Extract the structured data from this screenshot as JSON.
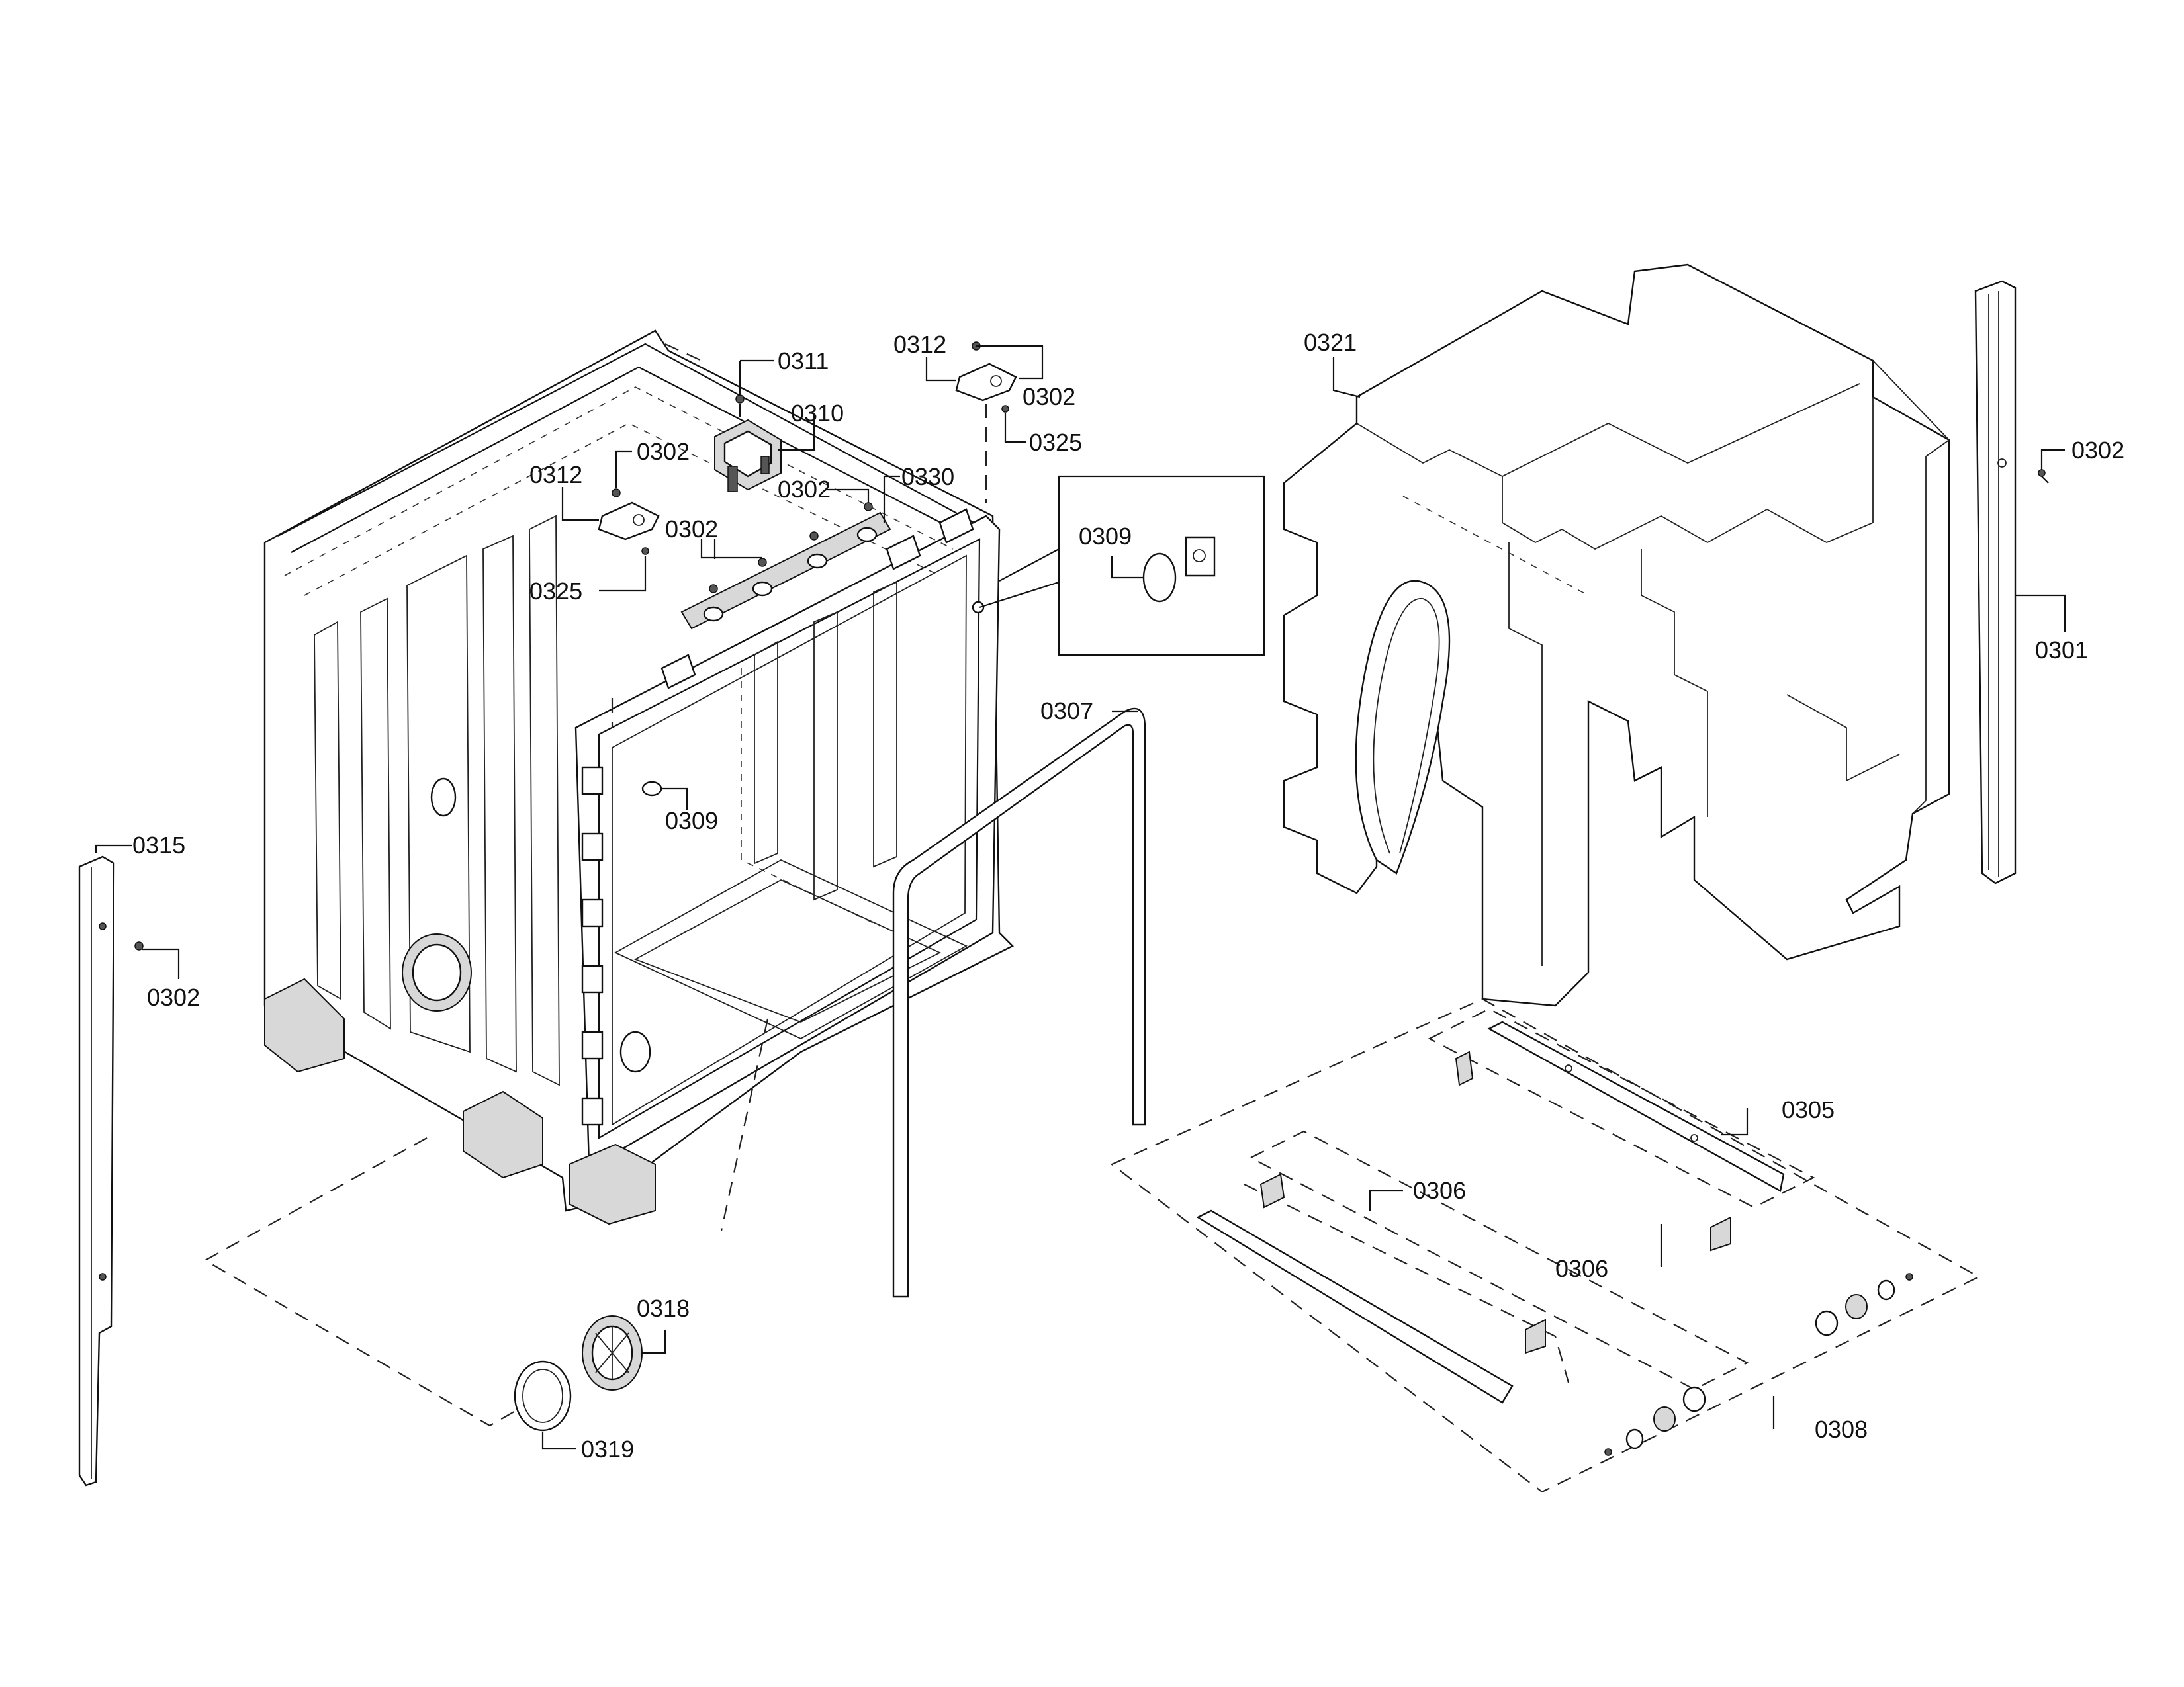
{
  "labels": {
    "p0301": "0301",
    "p0302": "0302",
    "p0305": "0305",
    "p0306": "0306",
    "p0307": "0307",
    "p0308": "0308",
    "p0309": "0309",
    "p0310": "0310",
    "p0311": "0311",
    "p0312": "0312",
    "p0315": "0315",
    "p0318": "0318",
    "p0319": "0319",
    "p0321": "0321",
    "p0325": "0325",
    "p0330": "0330"
  }
}
